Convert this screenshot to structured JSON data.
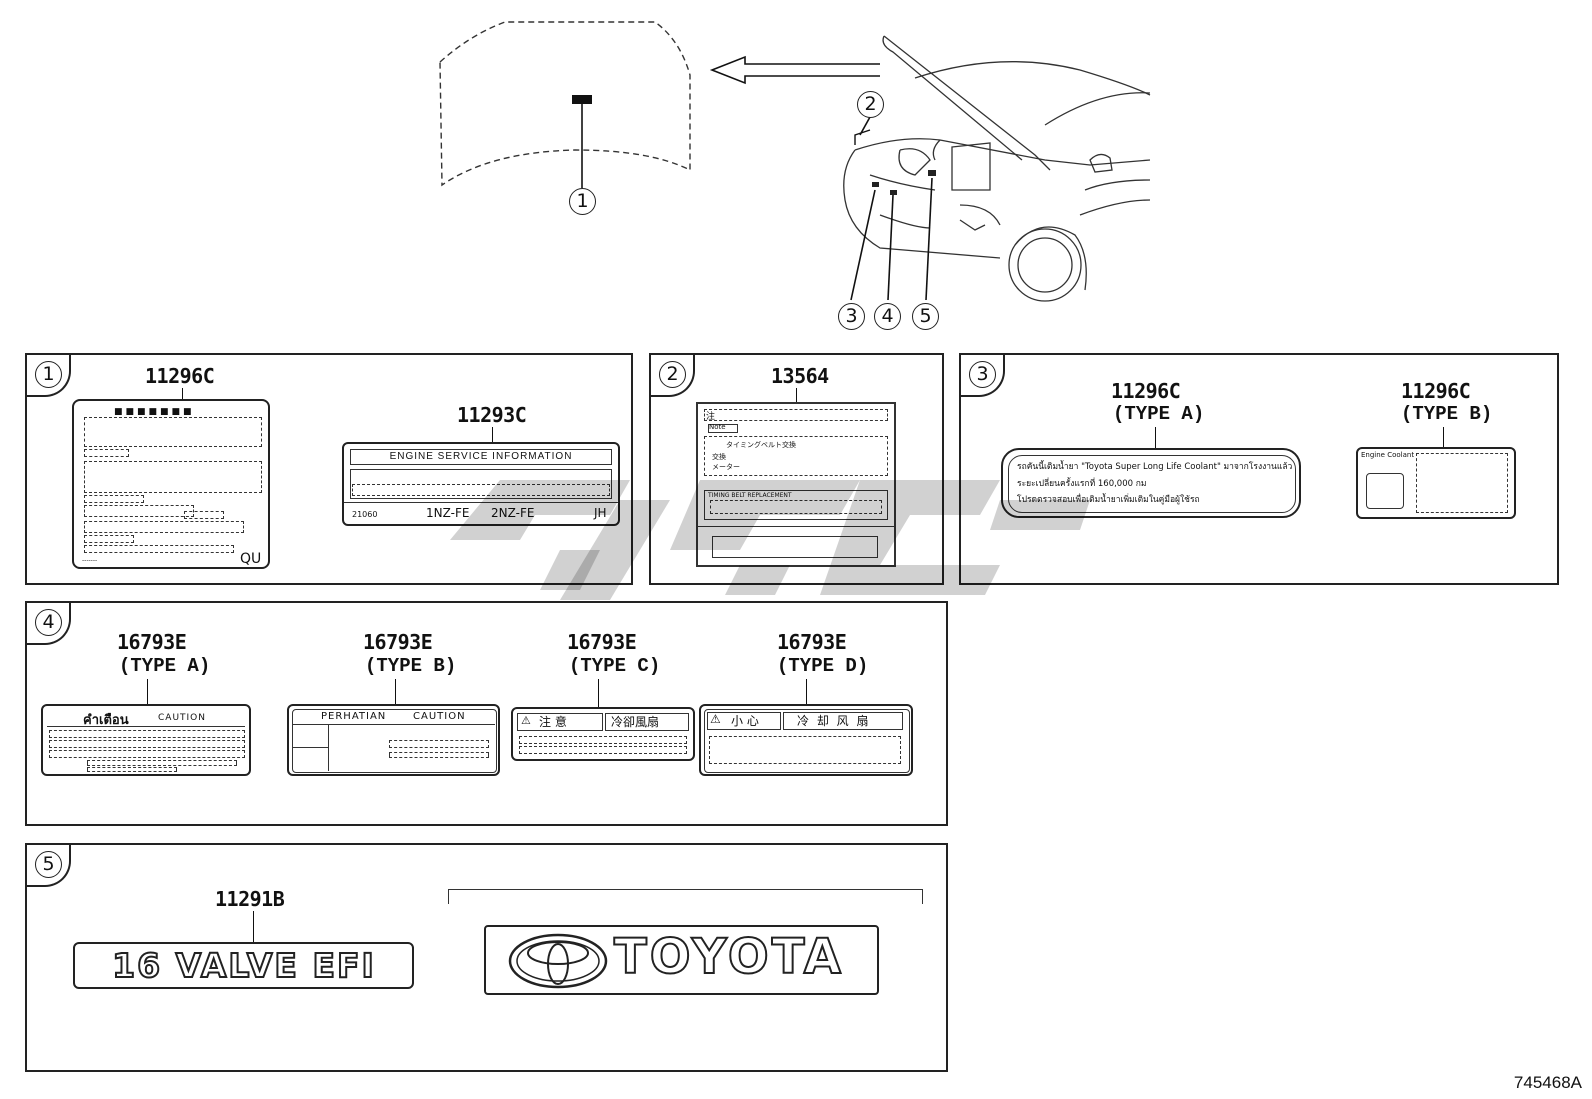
{
  "callouts": {
    "c1": "1",
    "c2": "2",
    "c3": "3",
    "c4": "4",
    "c5": "5"
  },
  "panel1": {
    "badge": "1",
    "part_a": "11296C",
    "part_a_text": "QU",
    "part_b": "11293C",
    "part_b_title": "ENGINE SERVICE INFORMATION",
    "part_b_engines": [
      "1NZ-FE",
      "2NZ-FE"
    ],
    "part_b_left_code": "21060",
    "part_b_right_code": "JH"
  },
  "panel2": {
    "badge": "2",
    "part": "13564",
    "note": "Note",
    "jp_heading": "タイミングベルト交換",
    "jp_row1": "交換",
    "jp_row2": "メーター",
    "timing": "TIMING BELT REPLACEMENT"
  },
  "panel3": {
    "badge": "3",
    "part_a": "11296C",
    "type_a": "(TYPE A)",
    "part_b": "11296C",
    "type_b": "(TYPE B)",
    "thai_line1": "รถคันนี้เติมน้ำยา \"Toyota Super Long Life Coolant\" มาจากโรงงานแล้ว",
    "thai_line2": "ระยะเปลี่ยนครั้งแรกที่ 160,000 กม",
    "thai_line3": "โปรดตรวจสอบเพื่อเติมน้ำยาเพิ่มเติมในคู่มือผู้ใช้รถ",
    "coolant": "Engine Coolant"
  },
  "panel4": {
    "badge": "4",
    "labels": [
      {
        "part": "16793E",
        "type": "(TYPE A)",
        "head_left": "คำเตือน",
        "head_right": "CAUTION"
      },
      {
        "part": "16793E",
        "type": "(TYPE B)",
        "head_left": "PERHATIAN",
        "head_right": "CAUTION"
      },
      {
        "part": "16793E",
        "type": "(TYPE C)",
        "head_left": "注 意",
        "head_right": "冷卻風扇"
      },
      {
        "part": "16793E",
        "type": "(TYPE D)",
        "head_left": "小 心",
        "head_right": "冷 却 风 扇"
      }
    ]
  },
  "panel5": {
    "badge": "5",
    "part": "11291B",
    "emblem_a": "16 VALVE EFI",
    "emblem_b": "TOYOTA"
  },
  "figure_code": "745468A"
}
